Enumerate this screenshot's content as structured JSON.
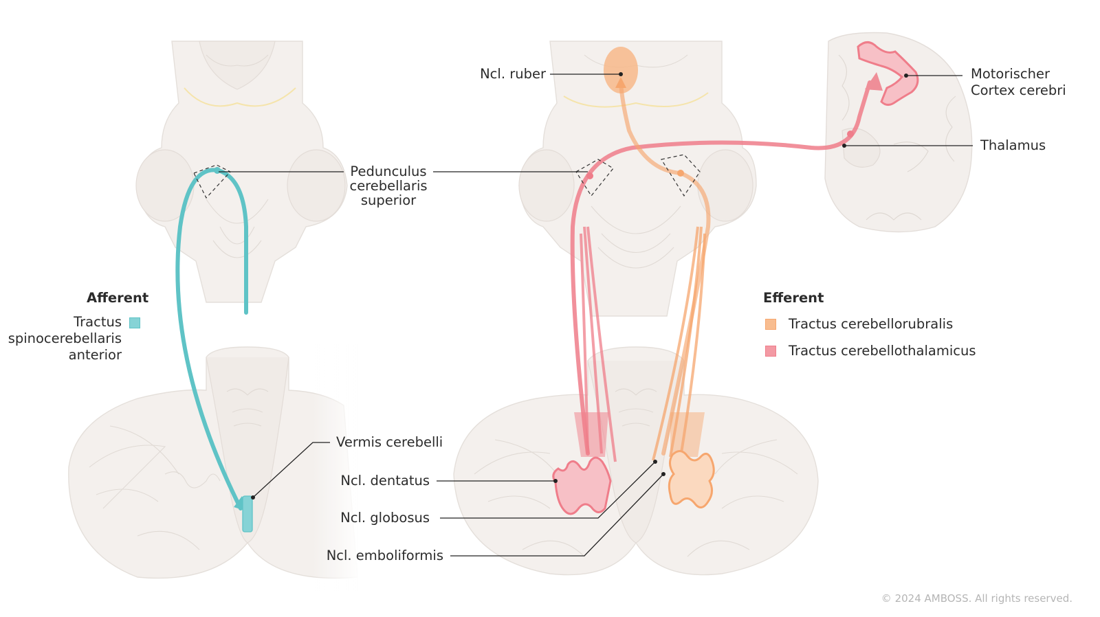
{
  "labels": {
    "afferent_heading": "Afferent",
    "afferent_tract": [
      "Tractus",
      "spinocerebellaris",
      "anterior"
    ],
    "pedunculus": [
      "Pedunculus",
      "cerebellaris",
      "superior"
    ],
    "vermis": "Vermis cerebelli",
    "ncl_ruber": "Ncl. ruber",
    "ncl_dentatus": "Ncl. dentatus",
    "ncl_globosus": "Ncl. globosus",
    "ncl_emboliformis": "Ncl. emboliformis",
    "motor_cortex": [
      "Motorischer",
      "Cortex cerebri"
    ],
    "thalamus": "Thalamus",
    "efferent_heading": "Efferent",
    "efferent_rubral": "Tractus cerebellorubralis",
    "efferent_thalamic": "Tractus cerebellothalamicus"
  },
  "colors": {
    "afferent": "#5fc3c6",
    "rubral": "#f6a66e",
    "thalamic": "#ef7d8a"
  },
  "copyright": "© 2024 AMBOSS. All rights reserved."
}
